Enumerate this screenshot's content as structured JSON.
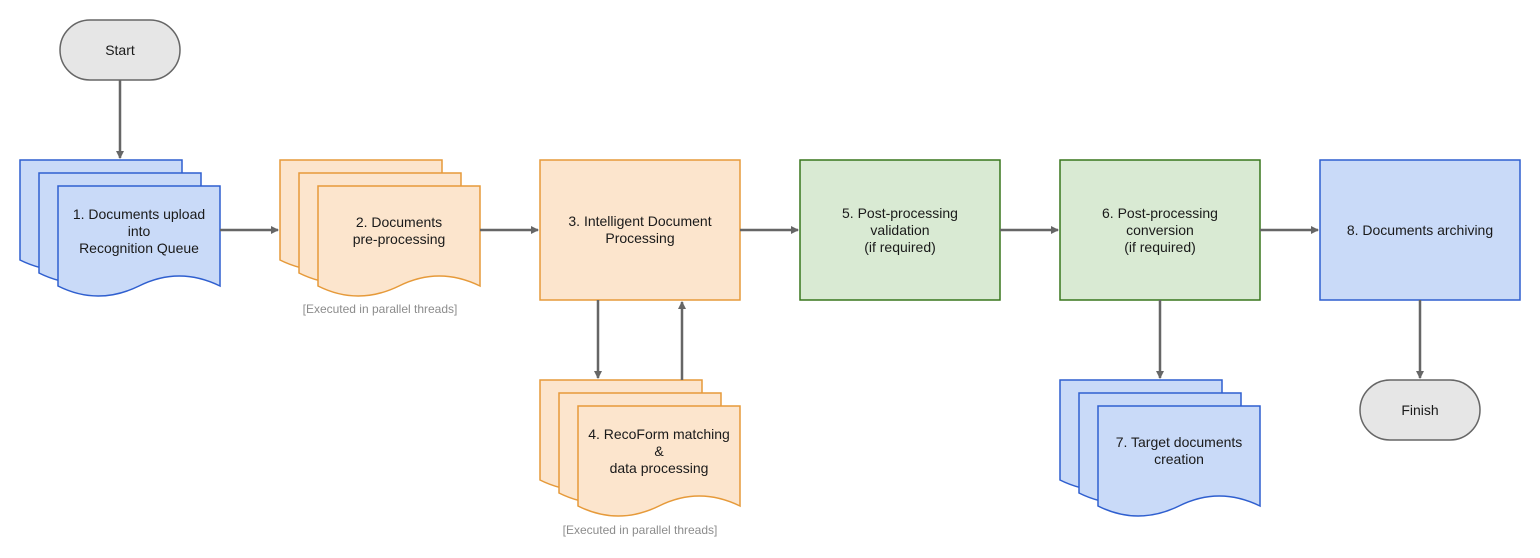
{
  "colors": {
    "terminal_fill": "#e6e6e6",
    "terminal_stroke": "#666666",
    "blue_fill": "#c9daf8",
    "blue_stroke": "#2f5fcf",
    "orange_fill": "#fce5cd",
    "orange_stroke": "#e69a3a",
    "green_fill": "#d9ead3",
    "green_stroke": "#38761d",
    "arrow": "#666666",
    "note_text": "#8c8c8c"
  },
  "nodes": {
    "start": {
      "label": "Start",
      "shape": "terminal"
    },
    "step1": {
      "lines": [
        "1. Documents upload",
        "into",
        "Recognition Queue"
      ],
      "shape": "multi-document"
    },
    "step2": {
      "lines": [
        "2. Documents",
        "pre-processing"
      ],
      "shape": "multi-document",
      "note": "[Executed in parallel threads]"
    },
    "step3": {
      "lines": [
        "3. Intelligent Document",
        "Processing"
      ],
      "shape": "process"
    },
    "step4": {
      "lines": [
        "4. RecoForm matching",
        "&",
        "data processing"
      ],
      "shape": "multi-document",
      "note": "[Executed in parallel threads]"
    },
    "step5": {
      "lines": [
        "5. Post-processing",
        "validation",
        "(if required)"
      ],
      "shape": "process"
    },
    "step6": {
      "lines": [
        "6. Post-processing",
        "conversion",
        "(if required)"
      ],
      "shape": "process"
    },
    "step7": {
      "lines": [
        "7. Target documents",
        "creation"
      ],
      "shape": "multi-document"
    },
    "step8": {
      "lines": [
        "8. Documents archiving"
      ],
      "shape": "process"
    },
    "finish": {
      "label": "Finish",
      "shape": "terminal"
    }
  }
}
